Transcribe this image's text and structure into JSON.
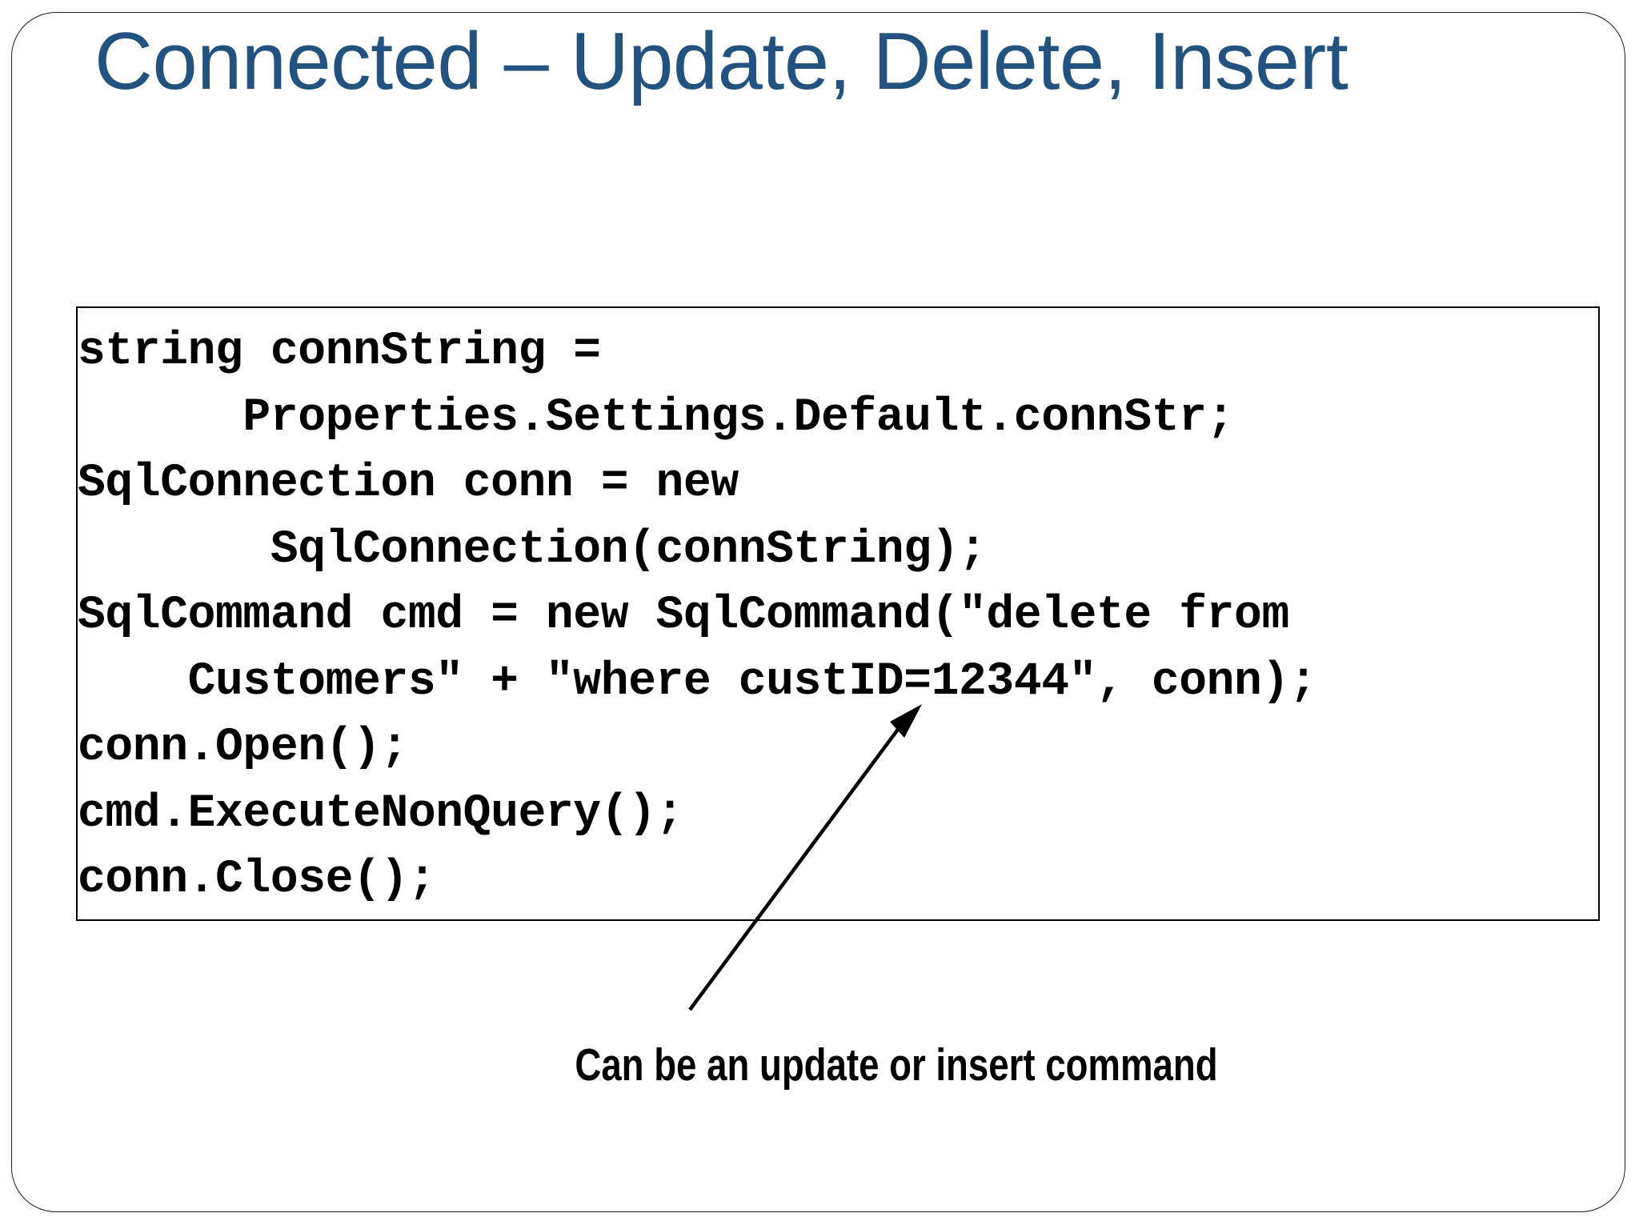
{
  "slide": {
    "title": "Connected – Update, Delete, Insert",
    "background_color": "#ffffff",
    "title_color": "#22527f",
    "border_color": "#1c1c1c"
  },
  "code_block": {
    "language": "csharp",
    "border_color": "#000000",
    "text_color": "#000000",
    "lines": [
      "string connString =",
      "      Properties.Settings.Default.connStr;",
      "SqlConnection conn = new",
      "       SqlConnection(connString);",
      "SqlCommand cmd = new SqlCommand(\"delete from",
      "    Customers\" + \"where custID=12344\", conn);",
      "conn.Open();",
      "cmd.ExecuteNonQuery();",
      "conn.Close();"
    ],
    "full_text": "string connString =\n      Properties.Settings.Default.connStr;\nSqlConnection conn = new\n       SqlConnection(connString);\nSqlCommand cmd = new SqlCommand(\"delete from\n    Customers\" + \"where custID=12344\", conn);\nconn.Open();\ncmd.ExecuteNonQuery();\nconn.Close();"
  },
  "annotation": {
    "caption": "Can be an update or insert command",
    "arrow_icon": "arrow-up-right-icon",
    "arrow_color": "#000000",
    "points_to": "\"delete from Customers\" SQL command string"
  }
}
